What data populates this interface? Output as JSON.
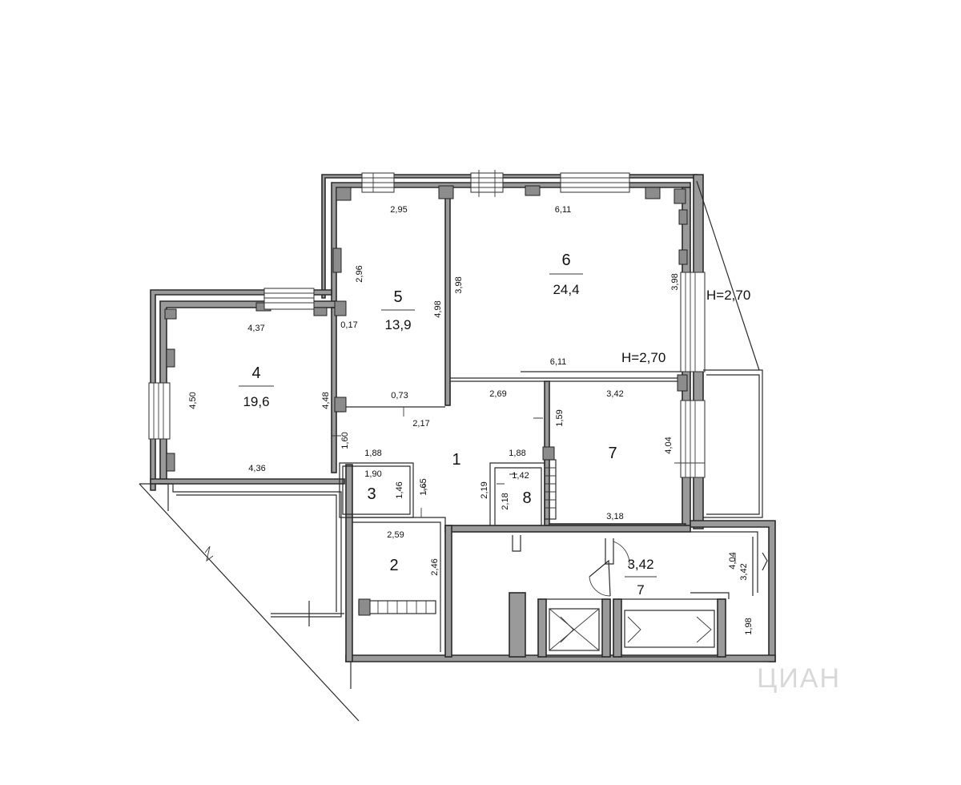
{
  "rooms": {
    "r1": {
      "number": "1"
    },
    "r2": {
      "number": "2"
    },
    "r3": {
      "number": "3"
    },
    "r4": {
      "number": "4",
      "area": "19,6"
    },
    "r5": {
      "number": "5",
      "area": "13,9"
    },
    "r6": {
      "number": "6",
      "area": "24,4"
    },
    "r7": {
      "number": "7"
    },
    "r8": {
      "number": "8"
    },
    "hall": {
      "number": "3,42",
      "area": "7"
    }
  },
  "dimensions": {
    "r5_top": "2,95",
    "r5_left": "2,96",
    "r5_right": "4,98",
    "r5_corner": "0,17",
    "r5_bottom": "0,73",
    "r6_top": "6,11",
    "r6_left": "3,98",
    "r6_right": "3,98",
    "r6_bottom": "6,11",
    "r4_top": "4,37",
    "r4_left": "4,50",
    "r4_right": "4,48",
    "r4_bottom": "4,36",
    "r1_a": "2,17",
    "r1_b": "1,60",
    "r1_c": "1,88",
    "r1_d": "1,88",
    "r1_e": "2,69",
    "r1_f": "1,59",
    "r1_g": "1,65",
    "r1_h": "2,19",
    "r3_top": "1,90",
    "r3_side": "1,46",
    "r8_top": "1,42",
    "r8_side": "2,18",
    "r7_top": "3,42",
    "r7_right": "4,04",
    "r7_bottom": "3,18",
    "r2_top": "2,59",
    "r2_side": "2,46",
    "hall_side": "4,04",
    "hall_side2": "3,42",
    "hall_bottom": "1,98"
  },
  "height_labels": {
    "outer": "H=2,70",
    "inner": "H=2,70"
  },
  "watermark": "ЦИАН"
}
